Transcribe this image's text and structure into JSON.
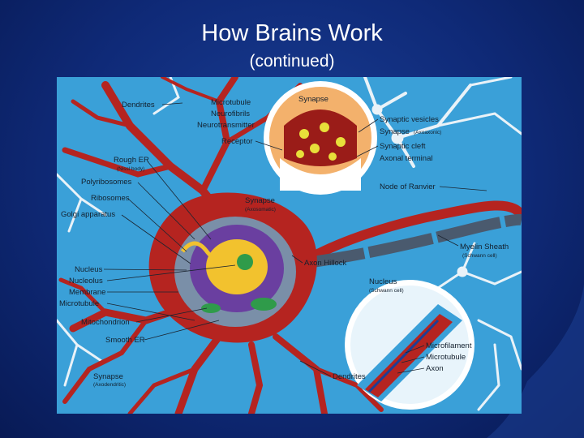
{
  "slide": {
    "title": "How Brains Work",
    "subtitle": "(continued)"
  },
  "figure": {
    "labels": {
      "dendrites_top": "Dendrites",
      "microtubule": "Microtubule",
      "neurofibrils": "Neurofibrils",
      "neurotransmitter": "Neurotransmitter",
      "receptor": "Receptor",
      "synapse_inset": "Synapse",
      "synaptic_vesicles": "Synaptic vesicles",
      "synapse_axoaxonic": "Synapse",
      "axoaxonic": "(Axoaxonic)",
      "synaptic_cleft": "Synaptic cleft",
      "axonal_terminal": "Axonal terminal",
      "rough_er": "Rough ER",
      "nissl_body": "(Nissl body)",
      "polyribosomes": "Polyribosomes",
      "ribosomes": "Ribosomes",
      "golgi": "Golgi apparatus",
      "synapse_axosomatic": "Synapse",
      "axosomatic": "(Axosomatic)",
      "node_of_ranvier": "Node of Ranvier",
      "myelin_sheath": "Myelin Sheath",
      "schwann_cell": "(Schwann cell)",
      "axon_hillock": "Axon Hillock",
      "nucleus": "Nucleus",
      "nucleolus": "Nucleolus",
      "membrane": "Membrane",
      "microtubule_left": "Microtubule",
      "nucleus_schwann": "Nucleus",
      "schwann_cell_2": "(Schwann cell)",
      "mitochondrion": "Mitochondrion",
      "smooth_er": "Smooth ER",
      "microfilament": "Microfilament",
      "microtubule_inset": "Microtubule",
      "axon": "Axon",
      "synapse_axodendritic": "Synapse",
      "axodendritic": "(Axodendritic)",
      "dendrites_bottom": "Dendrites"
    },
    "colors": {
      "background": "#3aa0d8",
      "neuron": "#b52420",
      "neuron_dark": "#8e1a17",
      "myelin": "#4a5a6e",
      "neighbor_cells": "#e9f2f8",
      "inset_bg": "#ffffff",
      "nucleus": "#6a3fa0",
      "golgi": "#f2c22e"
    }
  }
}
